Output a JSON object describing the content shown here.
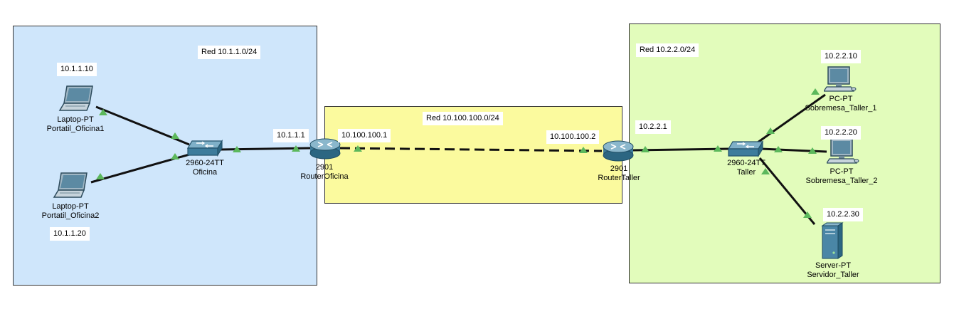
{
  "zones": {
    "oficina_net": "Red 10.1.1.0/24",
    "wan_net": "Red 10.100.100.0/24",
    "taller_net": "Red 10.2.2.0/24"
  },
  "ip_labels": {
    "laptop1": "10.1.1.10",
    "laptop2": "10.1.1.20",
    "router_oficina_lan": "10.1.1.1",
    "router_oficina_wan": "10.100.100.1",
    "router_taller_wan": "10.100.100.2",
    "router_taller_lan": "10.2.2.1",
    "pc1": "10.2.2.10",
    "pc2": "10.2.2.20",
    "server": "10.2.2.30"
  },
  "devices": {
    "laptop1": {
      "model": "Laptop-PT",
      "name": "Portatil_Oficina1"
    },
    "laptop2": {
      "model": "Laptop-PT",
      "name": "Portatil_Oficina2"
    },
    "switch_oficina": {
      "model": "2960-24TT",
      "name": "Oficina"
    },
    "router_oficina": {
      "model": "2901",
      "name": "RouterOficina"
    },
    "router_taller": {
      "model": "2901",
      "name": "RouterTaller"
    },
    "switch_taller": {
      "model": "2960-24TT",
      "name": "Taller"
    },
    "pc1": {
      "model": "PC-PT",
      "name": "Sobremesa_Taller_1"
    },
    "pc2": {
      "model": "PC-PT",
      "name": "Sobremesa_Taller_2"
    },
    "server": {
      "model": "Server-PT",
      "name": "Servidor_Taller"
    }
  },
  "colors": {
    "oficina_zone": "#cfe6fb",
    "wan_zone": "#fbfa9e",
    "taller_zone": "#e2fcbb",
    "link_up": "#5cb85c",
    "cable": "#111111"
  }
}
